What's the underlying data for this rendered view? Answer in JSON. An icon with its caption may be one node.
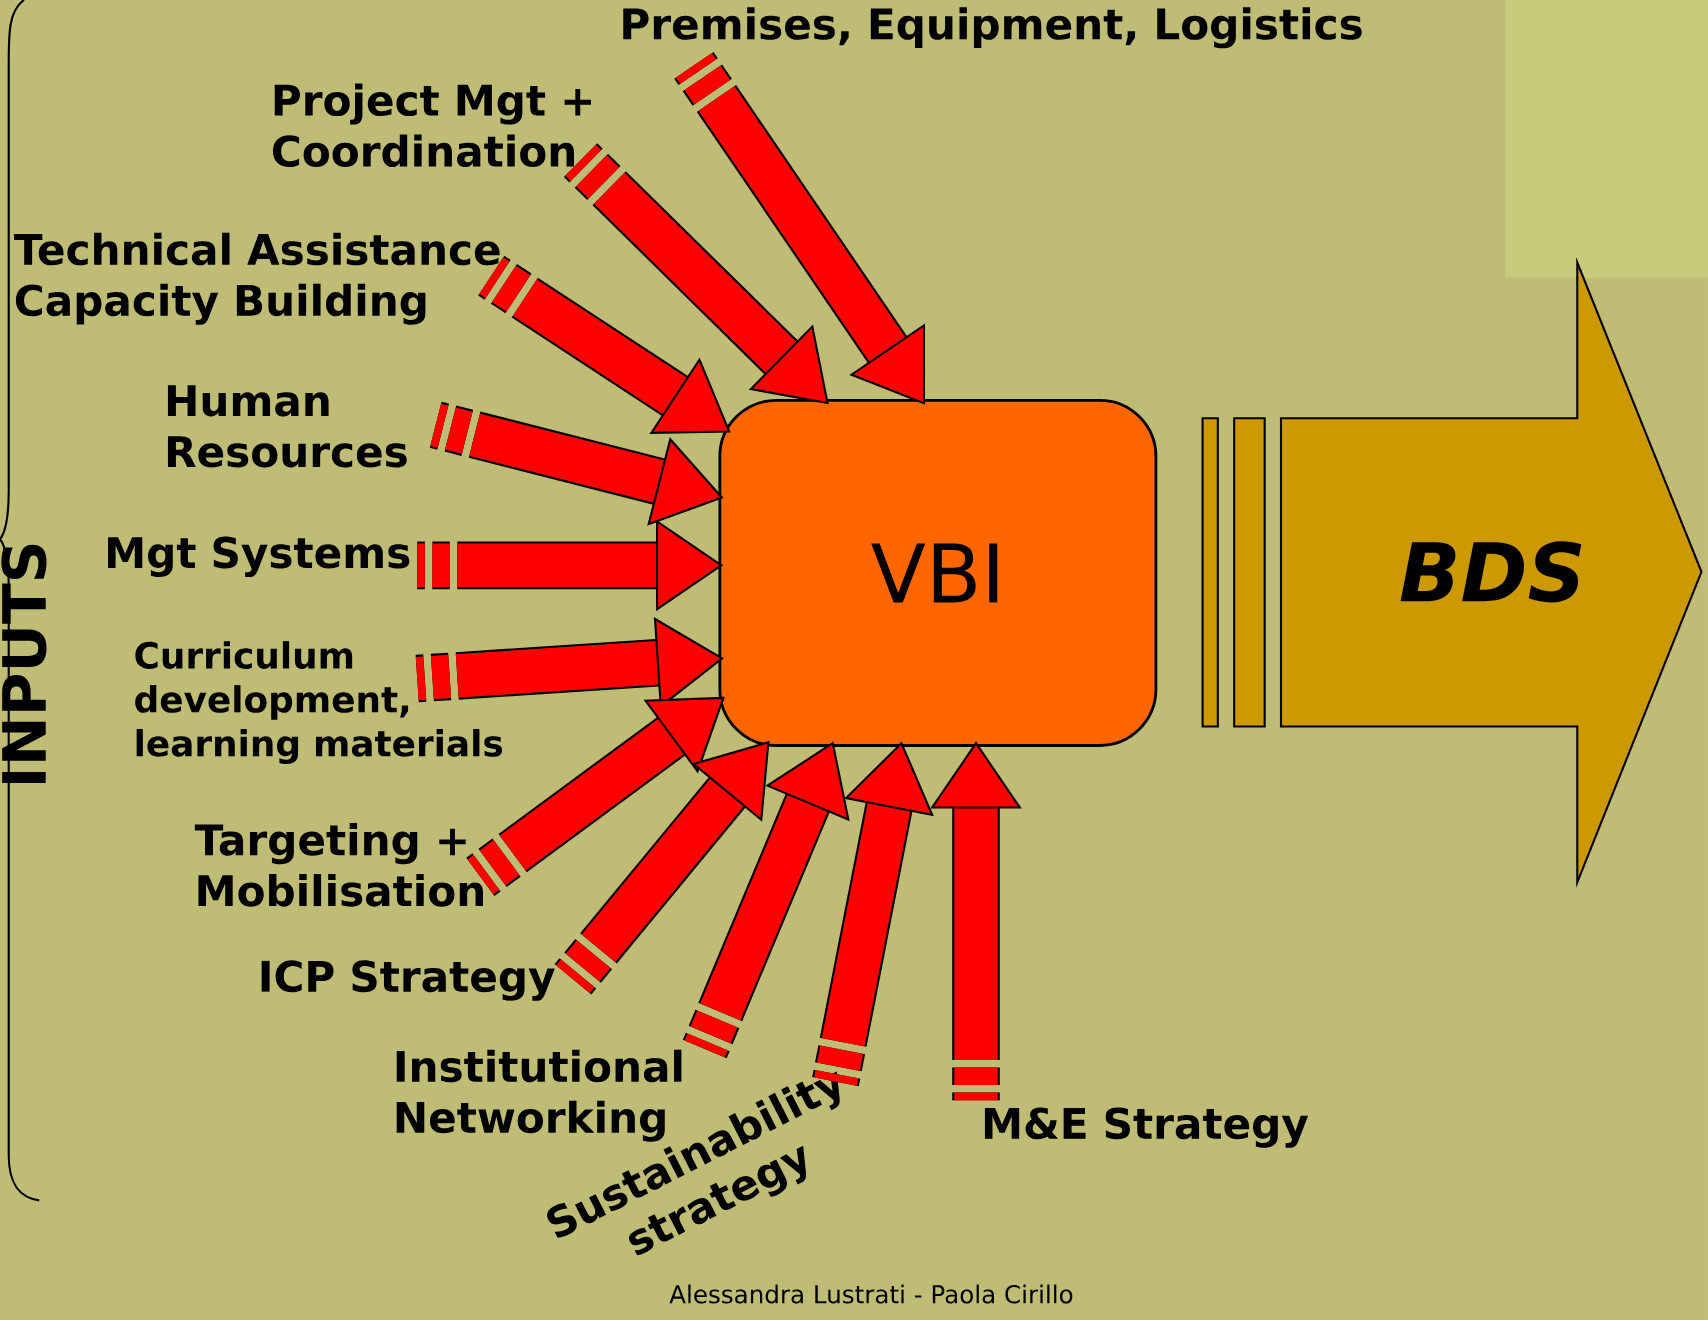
{
  "diagram": {
    "nodes": [
      {
        "text": [
          "Premises, Equipment, Logistics"
        ]
      },
      {
        "text": [
          "Project Mgt + Coordination"
        ]
      },
      {
        "text": [
          "Technical Assistance Capacity Building"
        ]
      },
      {
        "text": [
          "Human Resources"
        ]
      },
      {
        "text": [
          "Mgt Systems"
        ]
      },
      {
        "text": [
          "Curriculum development, learning materials"
        ]
      },
      {
        "text": [
          "Targeting + Mobilisation"
        ]
      },
      {
        "text": [
          "ICP Strategy"
        ]
      },
      {
        "text": [
          "Institutional Networking"
        ]
      },
      {
        "text": [
          "Sustainability strategy"
        ]
      },
      {
        "text": [
          "M&E Strategy"
        ]
      },
      {
        "text": [
          "VBI"
        ]
      },
      {
        "text": [
          "BDS"
        ]
      }
    ],
    "edges": [
      {
        "from": 0,
        "to": 11,
        "arrow": "to"
      },
      {
        "from": 1,
        "to": 11,
        "arrow": "to"
      },
      {
        "from": 2,
        "to": 11,
        "arrow": "to"
      },
      {
        "from": 3,
        "to": 11,
        "arrow": "to"
      },
      {
        "from": 4,
        "to": 11,
        "arrow": "to"
      },
      {
        "from": 5,
        "to": 11,
        "arrow": "to"
      },
      {
        "from": 6,
        "to": 11,
        "arrow": "to"
      },
      {
        "from": 7,
        "to": 11,
        "arrow": "to"
      },
      {
        "from": 8,
        "to": 11,
        "arrow": "to"
      },
      {
        "from": 9,
        "to": 11,
        "arrow": "to"
      },
      {
        "from": 10,
        "to": 11,
        "arrow": "to"
      }
    ],
    "labels": [
      "INPUTS",
      "Alessandra Lustrati - Paola Cirillo"
    ]
  }
}
